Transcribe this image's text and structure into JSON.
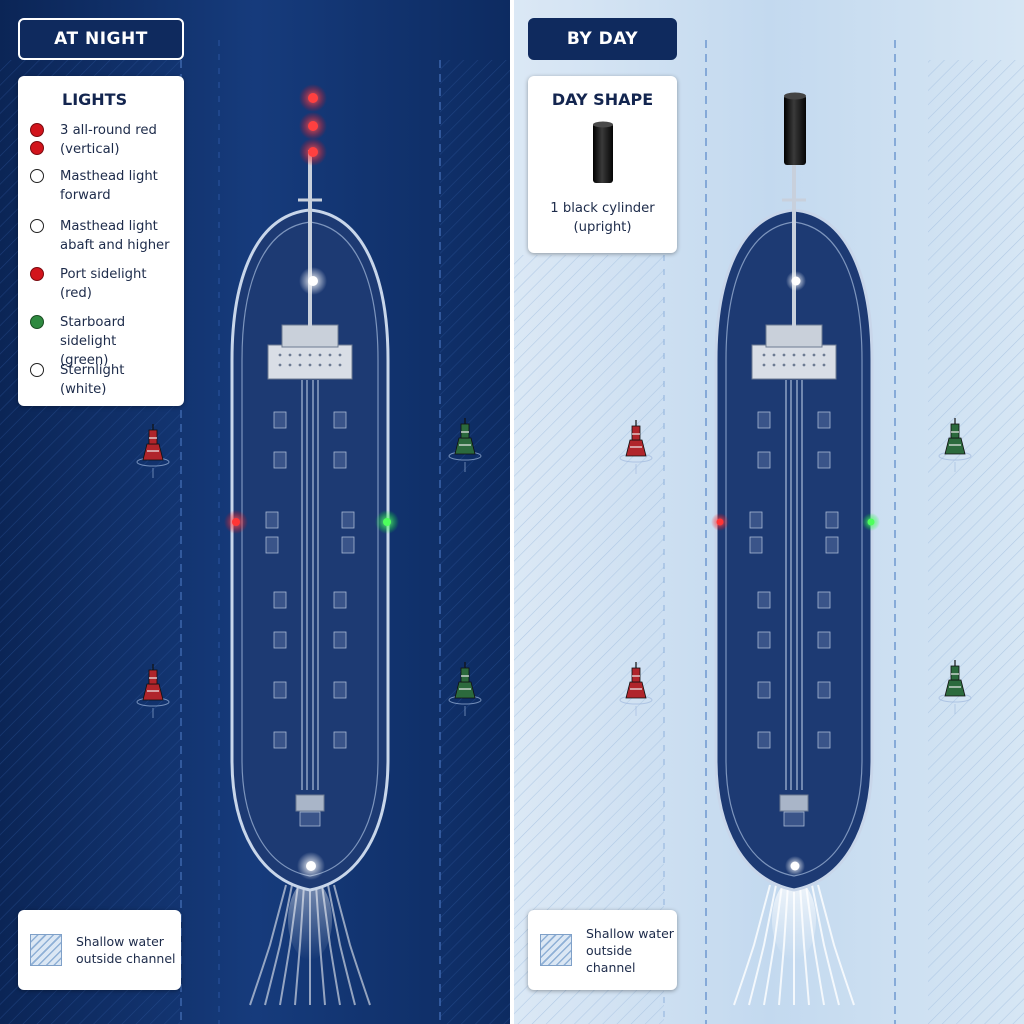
{
  "night_panel": {
    "title": "AT NIGHT",
    "legend": {
      "heading": "LIGHTS",
      "items": [
        {
          "text": "3 all-round red\n(vertical)",
          "lights": [
            "red",
            "red"
          ]
        },
        {
          "text": "Masthead light\nforward",
          "lights": [
            "white"
          ]
        },
        {
          "text": "Masthead light\nabaft and higher",
          "lights": [
            "white"
          ]
        },
        {
          "text": "Port sidelight\n(red)",
          "lights": [
            "red"
          ]
        },
        {
          "text": "Starboard sidelight\n(green)",
          "lights": [
            "green"
          ]
        },
        {
          "text": "Sternlight (white)",
          "lights": [
            "white"
          ]
        }
      ]
    },
    "shallow_label": "Shallow water\noutside channel"
  },
  "day_panel": {
    "title": "BY DAY",
    "day_shape": {
      "heading": "DAY SHAPE",
      "text": "1 black cylinder\n(upright)"
    },
    "shallow_label": "Shallow water\noutside channel"
  },
  "colors": {
    "night_water": "#12336e",
    "day_water": "#cfe0f1",
    "hull": "#1d3a73",
    "red_light": "#ff2a2a",
    "green_light": "#3cd94a",
    "white_light": "#ffffff",
    "buoy_red": "#b0252b",
    "buoy_green": "#2c6a3d"
  }
}
